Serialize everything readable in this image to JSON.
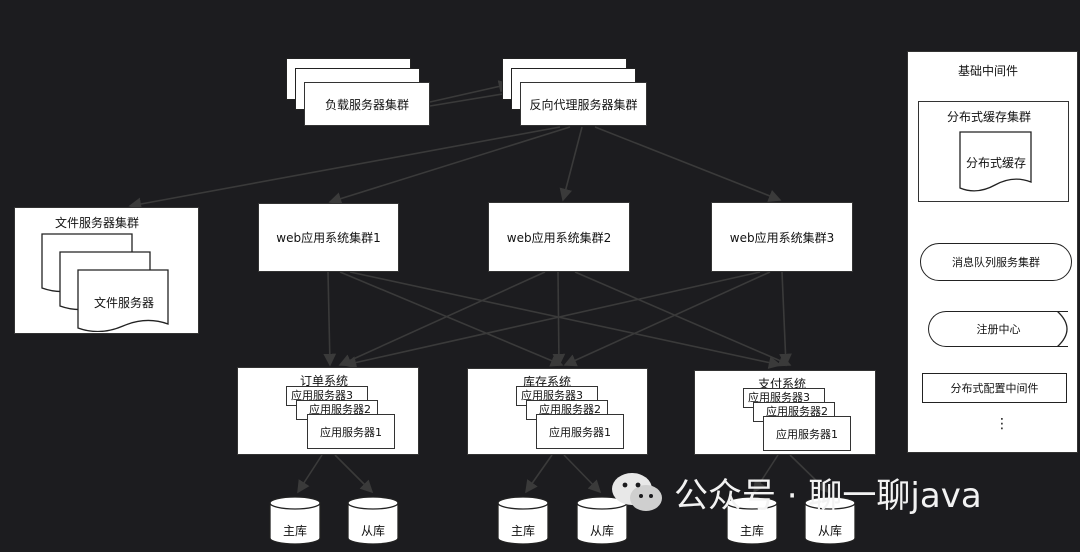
{
  "load_cluster": "负载服务器集群",
  "proxy_cluster": "反向代理服务器集群",
  "file_cluster": {
    "title": "文件服务器集群",
    "server": "文件服务器"
  },
  "web": [
    "web应用系统集群1",
    "web应用系统集群2",
    "web应用系统集群3"
  ],
  "systems": [
    {
      "title": "订单系统",
      "servers": [
        "应用服务器3",
        "应用服务器2",
        "应用服务器1"
      ],
      "db": [
        "主库",
        "从库"
      ]
    },
    {
      "title": "库存系统",
      "servers": [
        "应用服务器3",
        "应用服务器2",
        "应用服务器1"
      ],
      "db": [
        "主库",
        "从库"
      ]
    },
    {
      "title": "支付系统",
      "servers": [
        "应用服务器3",
        "应用服务器2",
        "应用服务器1"
      ],
      "db": [
        "主库",
        "从库"
      ]
    }
  ],
  "middleware": {
    "title": "基础中间件",
    "cache_cluster": "分布式缓存集群",
    "cache": "分布式缓存",
    "mq": "消息队列服务集群",
    "registry": "注册中心",
    "config": "分布式配置中间件",
    "more": "⋮"
  },
  "watermark": {
    "text": "公众号 · 聊一聊java",
    "icon": "wechat-icon"
  }
}
